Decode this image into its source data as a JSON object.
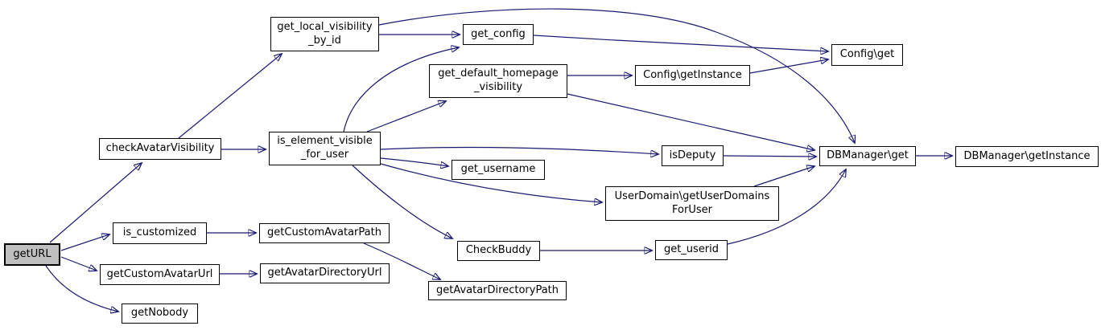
{
  "diagram": {
    "type": "call-graph",
    "background_color": "#ffffff",
    "edge_color": "#191970",
    "node_border_color": "#000000",
    "node_fill_color": "#ffffff",
    "highlighted_node_fill_color": "#bfbfbf",
    "nodes": [
      {
        "id": "getURL",
        "label": "getURL",
        "highlighted": true
      },
      {
        "id": "checkAvatarVisibility",
        "label": "checkAvatarVisibility"
      },
      {
        "id": "is_customized",
        "label": "is_customized"
      },
      {
        "id": "getCustomAvatarUrl",
        "label": "getCustomAvatarUrl"
      },
      {
        "id": "getNobody",
        "label": "getNobody"
      },
      {
        "id": "get_local_visibility_by_id",
        "label": "get_local_visibility\n_by_id"
      },
      {
        "id": "getCustomAvatarPath",
        "label": "getCustomAvatarPath"
      },
      {
        "id": "getAvatarDirectoryUrl",
        "label": "getAvatarDirectoryUrl"
      },
      {
        "id": "is_element_visible_for_user",
        "label": "is_element_visible\n_for_user"
      },
      {
        "id": "get_config",
        "label": "get_config"
      },
      {
        "id": "get_default_homepage_visibility",
        "label": "get_default_homepage\n_visibility"
      },
      {
        "id": "get_username",
        "label": "get_username"
      },
      {
        "id": "CheckBuddy",
        "label": "CheckBuddy"
      },
      {
        "id": "getAvatarDirectoryPath",
        "label": "getAvatarDirectoryPath"
      },
      {
        "id": "Config_getInstance",
        "label": "Config\\getInstance"
      },
      {
        "id": "isDeputy",
        "label": "isDeputy"
      },
      {
        "id": "UserDomain_getUserDomainsForUser",
        "label": "UserDomain\\getUserDomains\nForUser"
      },
      {
        "id": "get_userid",
        "label": "get_userid"
      },
      {
        "id": "Config_get",
        "label": "Config\\get"
      },
      {
        "id": "DBManager_get",
        "label": "DBManager\\get"
      },
      {
        "id": "DBManager_getInstance",
        "label": "DBManager\\getInstance"
      }
    ],
    "edges": [
      {
        "from": "getURL",
        "to": "checkAvatarVisibility"
      },
      {
        "from": "getURL",
        "to": "is_customized"
      },
      {
        "from": "getURL",
        "to": "getCustomAvatarUrl"
      },
      {
        "from": "getURL",
        "to": "getNobody"
      },
      {
        "from": "checkAvatarVisibility",
        "to": "get_local_visibility_by_id"
      },
      {
        "from": "checkAvatarVisibility",
        "to": "is_element_visible_for_user"
      },
      {
        "from": "is_customized",
        "to": "getCustomAvatarPath"
      },
      {
        "from": "getCustomAvatarUrl",
        "to": "getAvatarDirectoryUrl"
      },
      {
        "from": "getCustomAvatarPath",
        "to": "getAvatarDirectoryPath"
      },
      {
        "from": "get_local_visibility_by_id",
        "to": "get_config"
      },
      {
        "from": "get_local_visibility_by_id",
        "to": "DBManager_get"
      },
      {
        "from": "is_element_visible_for_user",
        "to": "get_config"
      },
      {
        "from": "is_element_visible_for_user",
        "to": "get_default_homepage_visibility"
      },
      {
        "from": "is_element_visible_for_user",
        "to": "isDeputy"
      },
      {
        "from": "is_element_visible_for_user",
        "to": "get_username"
      },
      {
        "from": "is_element_visible_for_user",
        "to": "UserDomain_getUserDomainsForUser"
      },
      {
        "from": "is_element_visible_for_user",
        "to": "CheckBuddy"
      },
      {
        "from": "get_config",
        "to": "Config_get"
      },
      {
        "from": "get_default_homepage_visibility",
        "to": "Config_getInstance"
      },
      {
        "from": "get_default_homepage_visibility",
        "to": "DBManager_get"
      },
      {
        "from": "Config_getInstance",
        "to": "Config_get"
      },
      {
        "from": "isDeputy",
        "to": "DBManager_get"
      },
      {
        "from": "UserDomain_getUserDomainsForUser",
        "to": "DBManager_get"
      },
      {
        "from": "CheckBuddy",
        "to": "get_userid"
      },
      {
        "from": "get_userid",
        "to": "DBManager_get"
      },
      {
        "from": "DBManager_get",
        "to": "DBManager_getInstance"
      }
    ]
  }
}
